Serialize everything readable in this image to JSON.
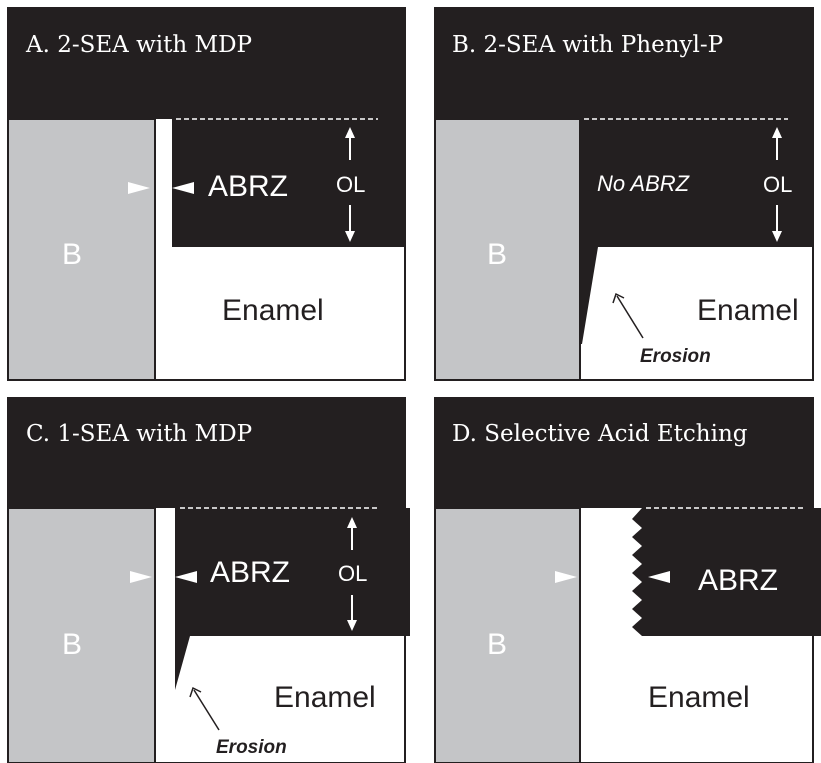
{
  "colors": {
    "dark": "#231f20",
    "gray": "#c4c5c7",
    "white": "#ffffff"
  },
  "panels": {
    "a": {
      "title": "A. 2-SEA with MDP",
      "abrz_label": "ABRZ",
      "ol_label": "OL",
      "b_label": "B",
      "enamel_label": "Enamel"
    },
    "b": {
      "title": "B. 2-SEA with Phenyl-P",
      "no_abrz_label": "No ABRZ",
      "ol_label": "OL",
      "b_label": "B",
      "enamel_label": "Enamel",
      "erosion_label": "Erosion"
    },
    "c": {
      "title": "C. 1-SEA with MDP",
      "abrz_label": "ABRZ",
      "ol_label": "OL",
      "b_label": "B",
      "enamel_label": "Enamel",
      "erosion_label": "Erosion"
    },
    "d": {
      "title": "D. Selective Acid Etching",
      "abrz_label": "ABRZ",
      "b_label": "B",
      "enamel_label": "Enamel"
    }
  }
}
